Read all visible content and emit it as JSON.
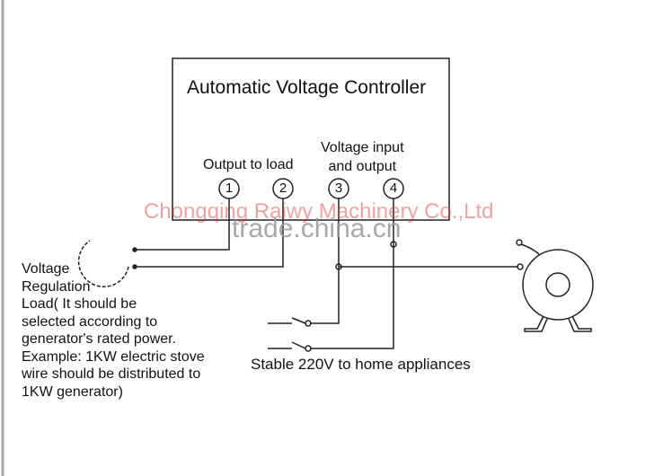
{
  "title": "Automatic Voltage Controller",
  "output_label": "Output to load",
  "voltage_io_label": [
    "Voltage input",
    "and output"
  ],
  "terminals": [
    "1",
    "2",
    "3",
    "4"
  ],
  "load_label": [
    "Voltage",
    "Regulation",
    "Load( It should be",
    "selected according to",
    "generator's rated power.",
    "Example: 1KW electric stove",
    "wire should be distributed to",
    "1KW generator)"
  ],
  "stable_label": "Stable 220V to home appliances",
  "watermark": [
    "Chongqing Raiwy Machinery Co.,Ltd",
    "trade.china.cn"
  ]
}
